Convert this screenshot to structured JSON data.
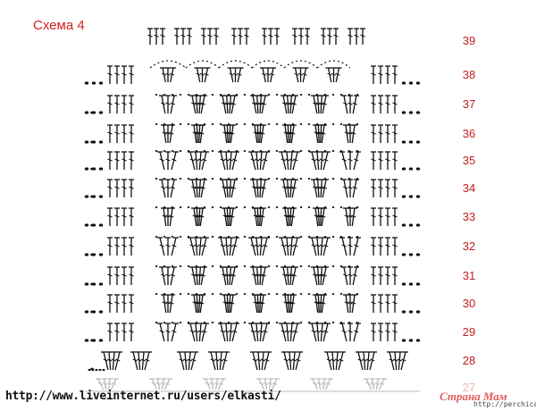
{
  "title": "Схема 4",
  "rows": [
    {
      "label": "39",
      "kind": "top"
    },
    {
      "label": "38",
      "kind": "arches"
    },
    {
      "label": "37",
      "kind": "fans"
    },
    {
      "label": "36",
      "kind": "fans"
    },
    {
      "label": "35",
      "kind": "fans"
    },
    {
      "label": "34",
      "kind": "fans"
    },
    {
      "label": "33",
      "kind": "fans"
    },
    {
      "label": "32",
      "kind": "fans"
    },
    {
      "label": "31",
      "kind": "fans"
    },
    {
      "label": "30",
      "kind": "fans"
    },
    {
      "label": "29",
      "kind": "fans"
    },
    {
      "label": "28",
      "kind": "base"
    },
    {
      "label": "27",
      "kind": "faded"
    }
  ],
  "footer": {
    "left_url": "http://www.liveinternet.ru/users/elkasti/",
    "brand": "Страна Мам",
    "right_url": "http://perchica.ru"
  },
  "colors": {
    "title": "#d62020",
    "row_numbers": "#c41e1e",
    "symbols": "#111111",
    "faded": "#bbbbbb"
  }
}
